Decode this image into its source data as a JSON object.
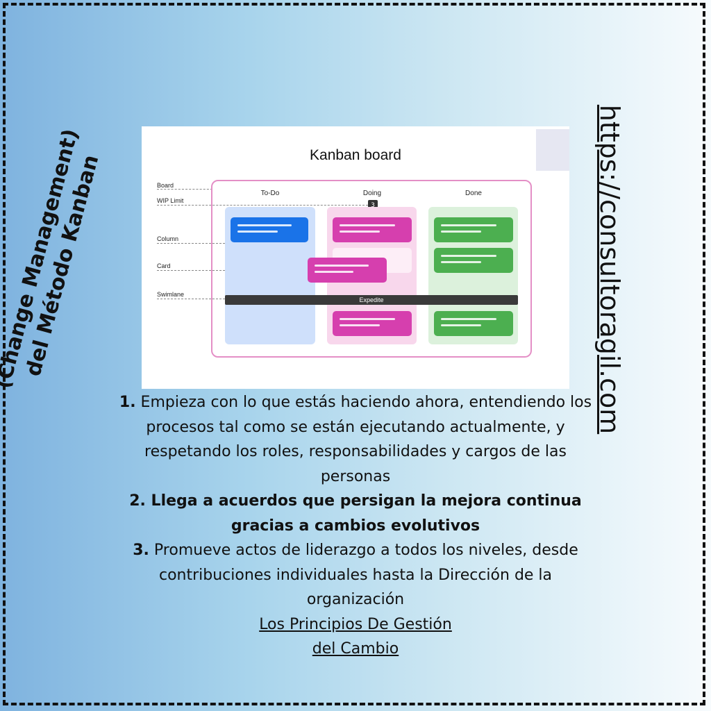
{
  "side_title": {
    "line1": "(Change Management)",
    "line2": "del Método Kanban"
  },
  "url": "https://consultoragil.com",
  "kanban": {
    "title": "Kanban board",
    "columns": [
      "To-Do",
      "Doing",
      "Done"
    ],
    "wip_value": "3",
    "labels": {
      "board": "Board",
      "wip_limit": "WIP Limit",
      "column": "Column",
      "card": "Card",
      "swimlane": "Swimlane"
    },
    "swimlane_label": "Expedite",
    "colors": {
      "todo_column": "#cfe0fb",
      "doing_column": "#f8d7ec",
      "done_column": "#dcf1dc",
      "blue_card": "#1a73e8",
      "pink_card": "#d63fae",
      "green_card": "#4caf50",
      "board_border": "#e48fc6"
    }
  },
  "principles": {
    "p1_num": "1.",
    "p1_text": " Empieza con lo que estás haciendo ahora, entendiendo los procesos tal como se están ejecutando actualmente, y respetando los roles, responsabilidades y cargos de las personas",
    "p2_text": "2. Llega a acuerdos que persigan la mejora continua gracias a cambios evolutivos",
    "p3_num": "3.",
    "p3_text": " Promueve actos de liderazgo a todos los niveles, desde contribuciones individuales hasta la Dirección de la organización",
    "link_line1": "Los Principios De Gestión",
    "link_line2": "del Cambio"
  }
}
